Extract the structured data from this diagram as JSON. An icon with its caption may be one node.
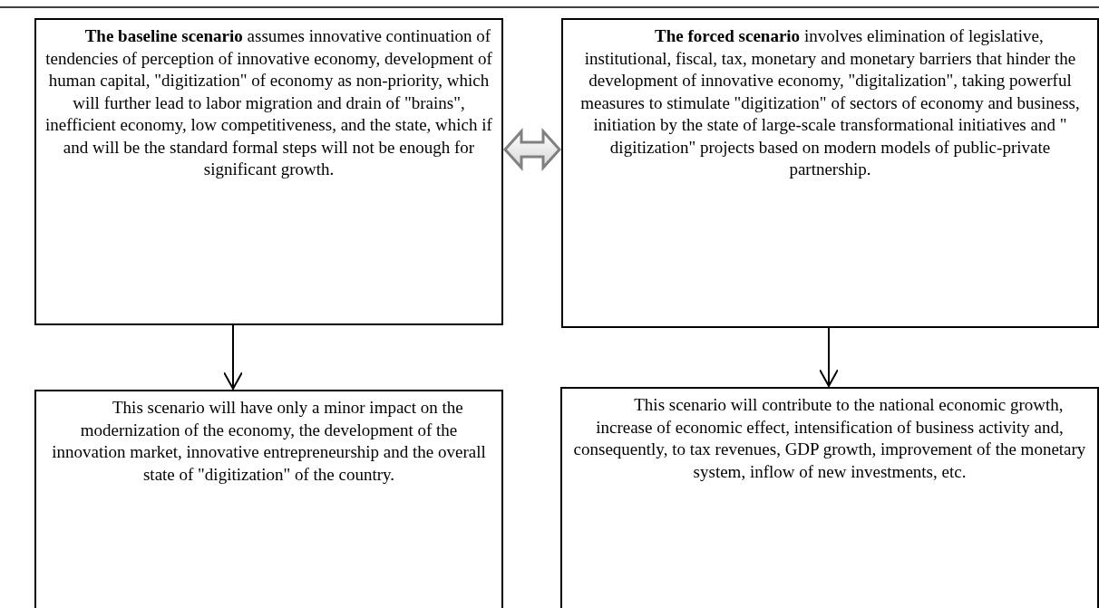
{
  "diagram": {
    "nodes": [
      {
        "text": [
          "**The baseline scenario** assumes innovative continuation of tendencies of perception of innovative economy, development of human capital, \"digitization\" of economy as non-priority, which will further lead to labor migration and drain of \"brains\", inefficient economy, low competitiveness, and the state, which if and will be the standard formal steps will not be enough for significant growth."
        ]
      },
      {
        "text": [
          "**The forced scenario** involves elimination of legislative, institutional, fiscal, tax, monetary and monetary barriers that hinder the development of innovative economy, \"digitalization\", taking powerful measures to stimulate \"digitization\" of sectors of economy and business, initiation by the state of large-scale transformational initiatives and \" digitization\" projects based on modern models of public-private partnership."
        ]
      },
      {
        "text": [
          "This scenario will have only a minor impact on the modernization of the economy, the development of the innovation market, innovative entrepreneurship and the overall state of \"digitization\" of the country."
        ]
      },
      {
        "text": [
          "This scenario will contribute to the national economic growth, increase of economic effect, intensification of business activity and, consequently, to tax revenues, GDP growth, improvement of the monetary system, inflow of new investments, etc."
        ]
      }
    ],
    "edges": [
      {
        "from": 0,
        "to": 1,
        "arrow": "both",
        "style": "thick"
      },
      {
        "from": 0,
        "to": 2,
        "arrow": "to"
      },
      {
        "from": 1,
        "to": 3,
        "arrow": "to"
      }
    ]
  }
}
